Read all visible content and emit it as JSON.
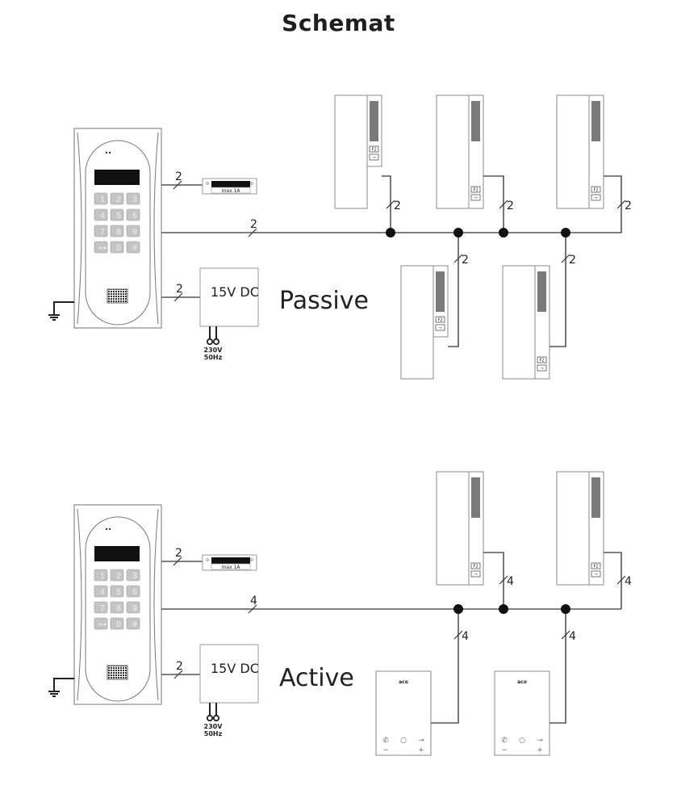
{
  "title": "Schemat",
  "sections": {
    "passive": {
      "label": "Passive",
      "wire_counts": {
        "lock": "2",
        "bus": "2",
        "psu": "2",
        "handset": "2"
      }
    },
    "active": {
      "label": "Active",
      "wire_counts": {
        "lock": "2",
        "bus": "4",
        "psu": "2",
        "handset": "4",
        "monitor": "4"
      }
    }
  },
  "door_panel": {
    "keys": [
      "1",
      "2",
      "3",
      "4",
      "5",
      "6",
      "7",
      "8",
      "9",
      "⊶",
      "0",
      "#"
    ]
  },
  "lock": {
    "label": "max 1A"
  },
  "power_supply": {
    "label": "15V DC",
    "mains_voltage": "230V",
    "mains_frequency": "50Hz"
  },
  "handset": {
    "button_f2": "F2",
    "button_key": "⊸"
  },
  "monitor": {
    "brand": "aco",
    "buttons": [
      "✆",
      "○",
      "⊸"
    ],
    "volume": [
      "−",
      "+"
    ]
  }
}
